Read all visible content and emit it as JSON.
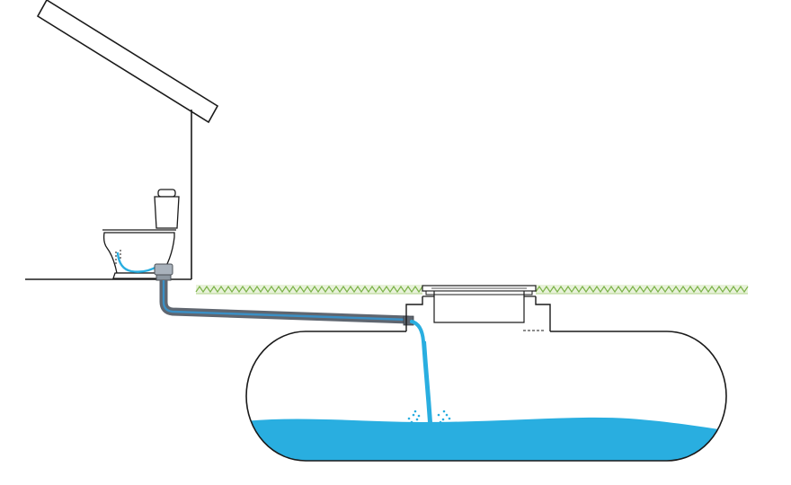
{
  "diagram": {
    "subject": "toilet-to-holding-tank",
    "colors": {
      "line": "#1a1a1a",
      "water": "#29aee0",
      "water_light": "#5cc6ea",
      "pipe_fill": "#5f6670",
      "pipe_inner": "#3b8fc4",
      "grass": "#7db34a",
      "ground": "#e8f2da",
      "fitting": "#a9b2bc"
    },
    "elements": [
      {
        "name": "house-roof",
        "icon": "roof-outline"
      },
      {
        "name": "house-wall",
        "icon": "wall-outline"
      },
      {
        "name": "house-floor",
        "icon": "floor-line"
      },
      {
        "name": "toilet",
        "icon": "toilet-icon"
      },
      {
        "name": "drain-pipe",
        "icon": "pipe"
      },
      {
        "name": "ground-surface",
        "icon": "grass-line"
      },
      {
        "name": "holding-tank",
        "icon": "tank-outline"
      },
      {
        "name": "tank-access-lid",
        "icon": "manhole-lid"
      },
      {
        "name": "inflow-stream",
        "icon": "water-stream"
      },
      {
        "name": "tank-water",
        "icon": "water-level"
      }
    ]
  }
}
